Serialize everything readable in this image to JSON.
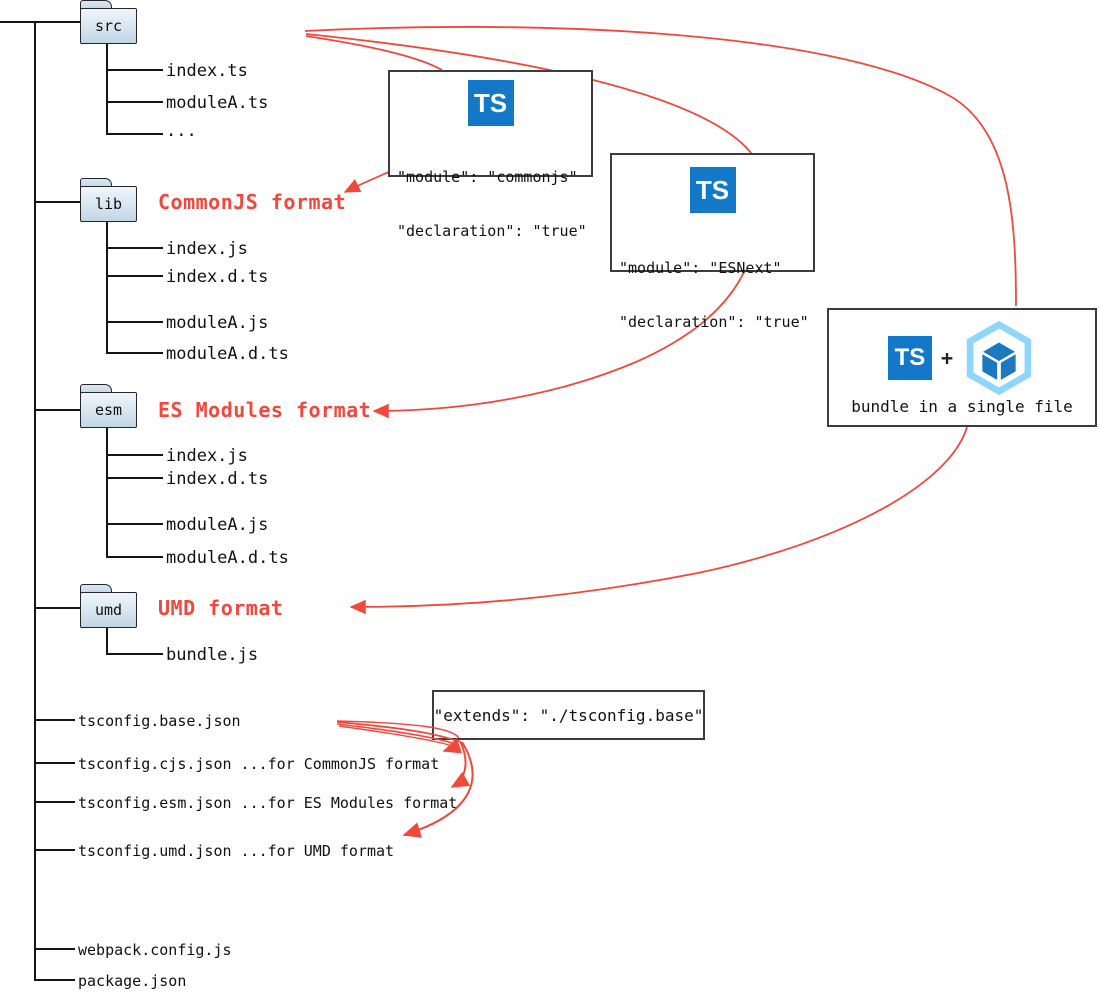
{
  "colors": {
    "accent_red": "#f0493c",
    "ts_blue": "#1478c9",
    "webpack_light": "#8ed6fb",
    "webpack_dark": "#1c78c0"
  },
  "ts_label": "TS",
  "folders": [
    {
      "name": "src",
      "files": [
        "index.ts",
        "moduleA.ts",
        "..."
      ]
    },
    {
      "name": "lib",
      "format_label": "CommonJS format",
      "files": [
        "index.js",
        "index.d.ts",
        "moduleA.js",
        "moduleA.d.ts"
      ]
    },
    {
      "name": "esm",
      "format_label": "ES Modules format",
      "files": [
        "index.js",
        "index.d.ts",
        "moduleA.js",
        "moduleA.d.ts"
      ]
    },
    {
      "name": "umd",
      "format_label": "UMD format",
      "files": [
        "bundle.js"
      ]
    }
  ],
  "root_files": [
    "tsconfig.base.json",
    "tsconfig.cjs.json ...for CommonJS format",
    "tsconfig.esm.json ...for ES Modules format",
    "tsconfig.umd.json ...for UMD format",
    "webpack.config.js",
    "package.json"
  ],
  "callouts": {
    "commonjs": {
      "lines": [
        "\"module\": \"commonjs\"",
        "\"declaration\": \"true\""
      ]
    },
    "esnext": {
      "lines": [
        "\"module\": \"ESNext\"",
        "\"declaration\": \"true\""
      ]
    },
    "bundle": {
      "plus": "+",
      "caption": "bundle in a single file"
    },
    "extends": {
      "text": "\"extends\": \"./tsconfig.base\""
    }
  }
}
